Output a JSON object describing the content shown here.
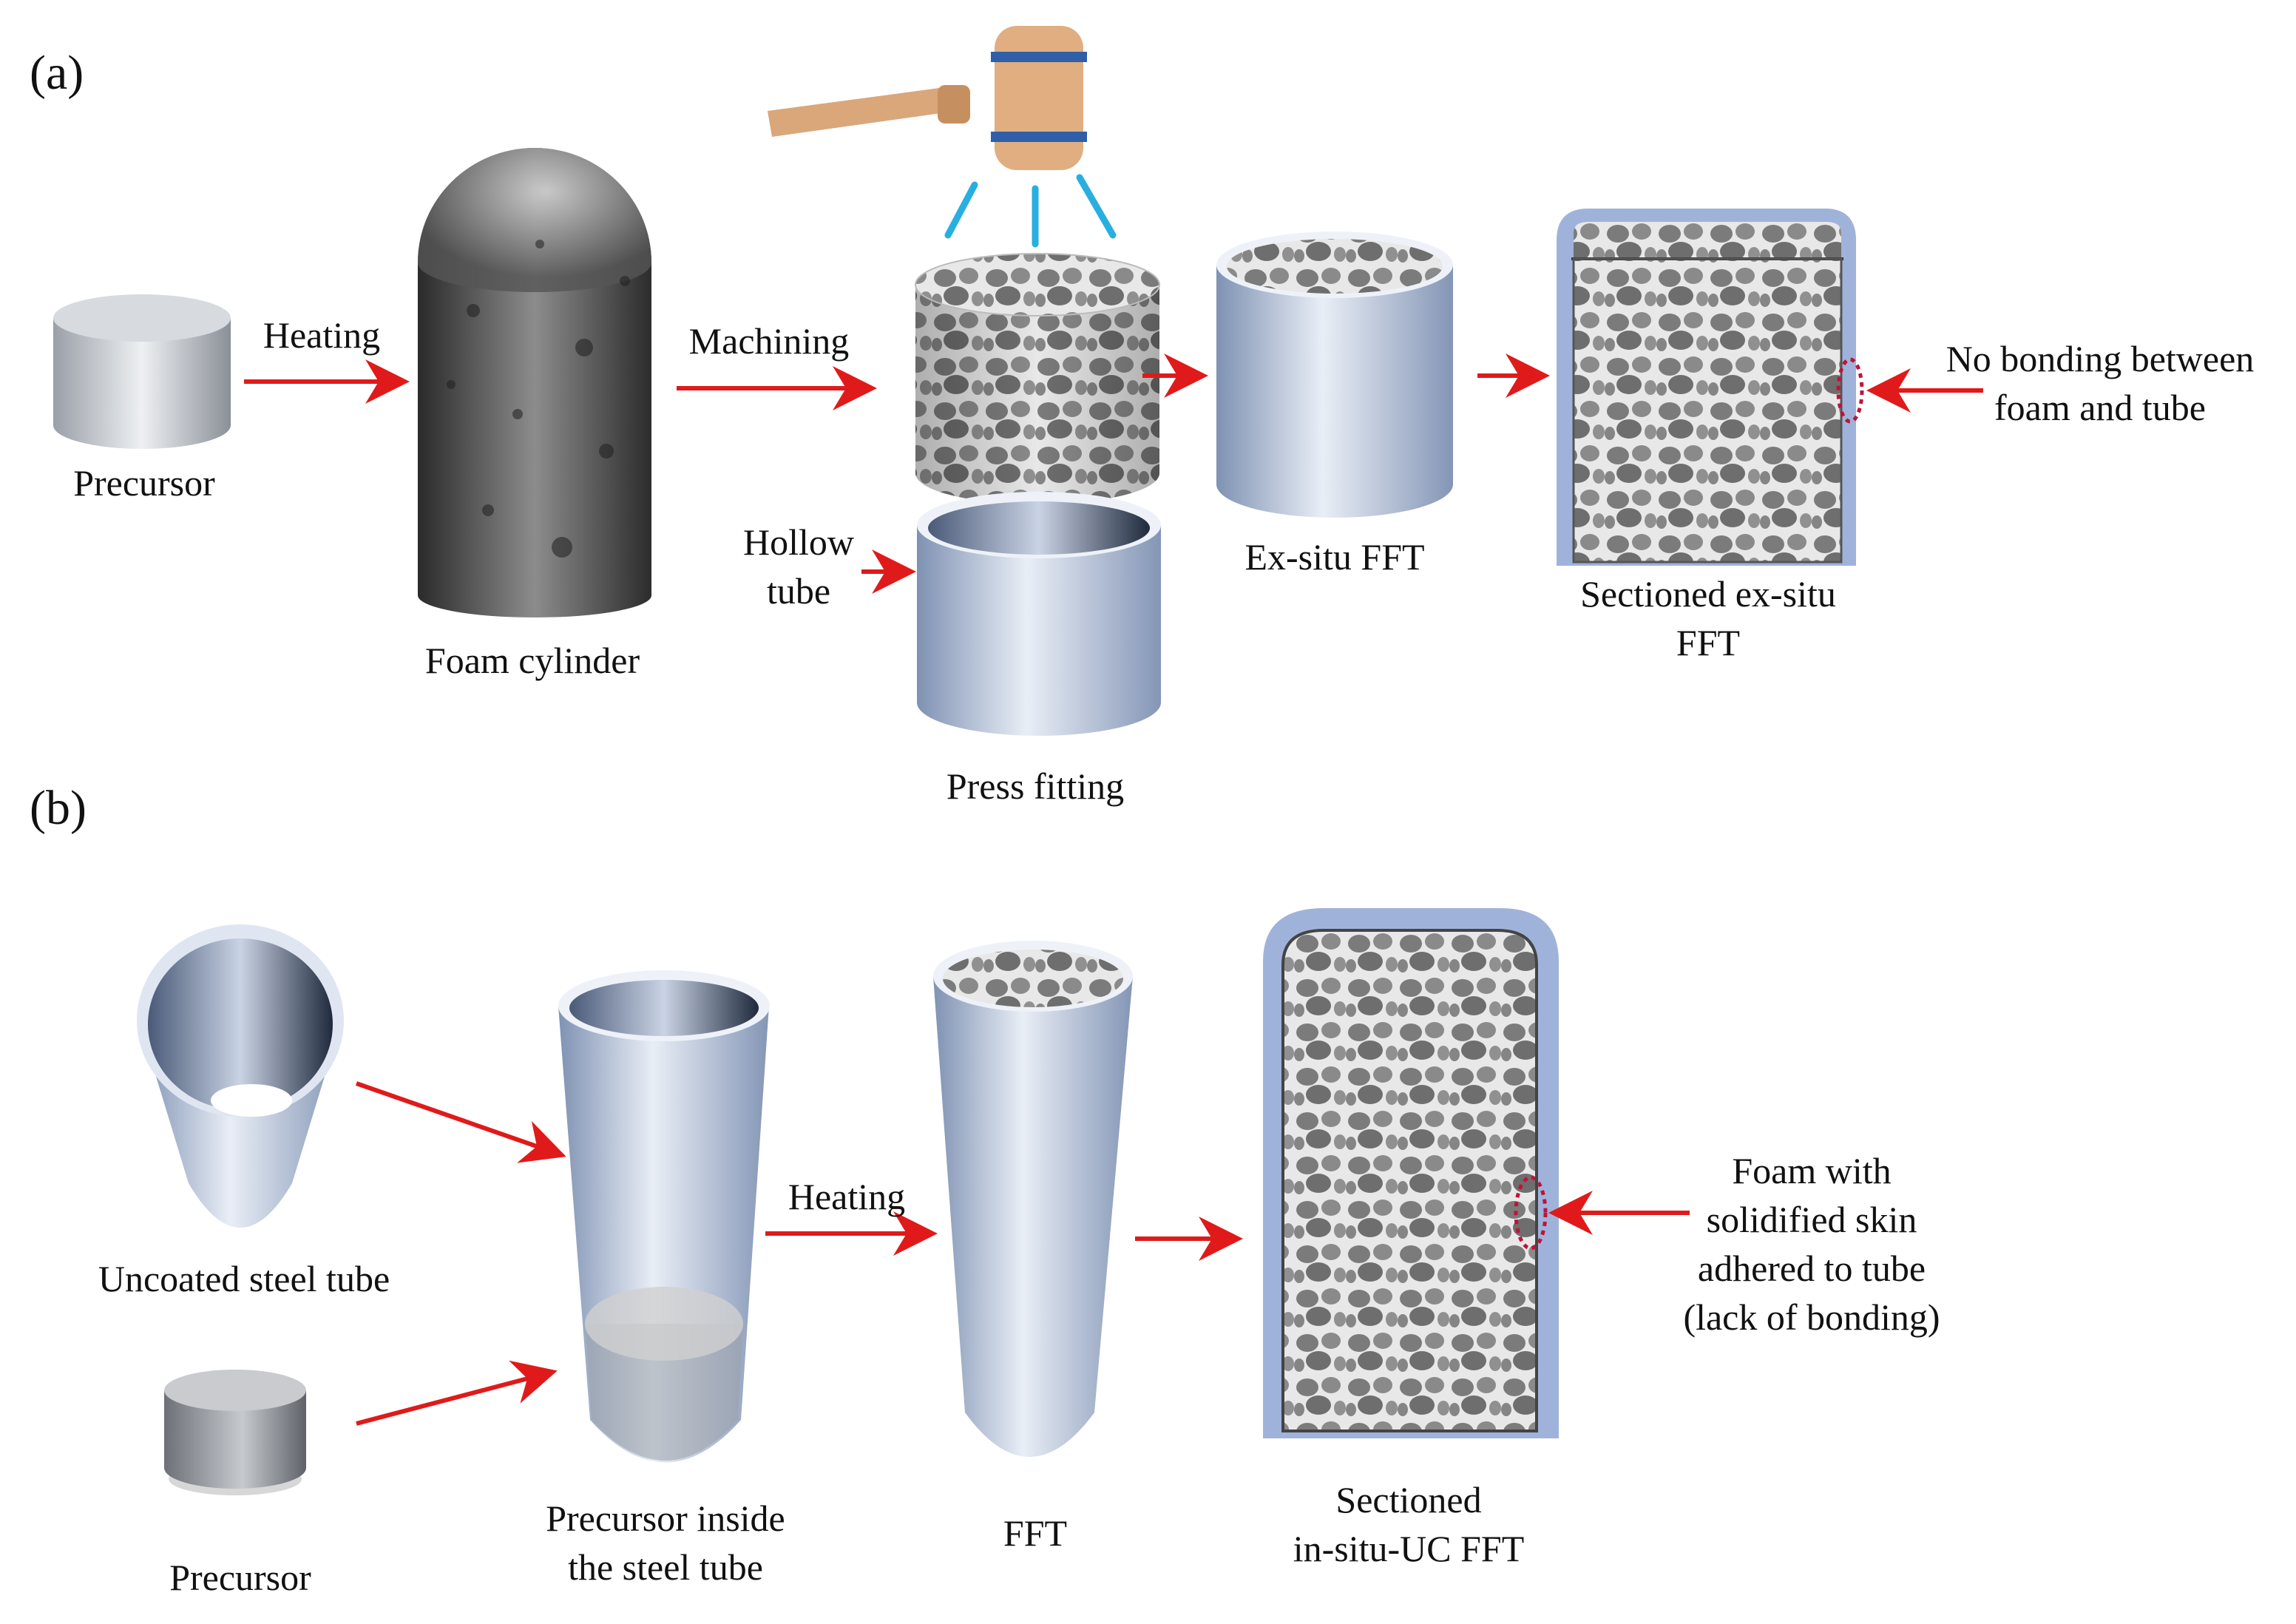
{
  "panel_a": {
    "letter": "(a)",
    "labels": {
      "precursor": "Precursor",
      "heating": "Heating",
      "foam_cylinder": "Foam cylinder",
      "machining": "Machining",
      "hollow_tube": [
        "Hollow",
        "tube"
      ],
      "press_fitting": "Press fitting",
      "ex_situ_fft": "Ex-situ FFT",
      "sectioned": [
        "Sectioned ex-situ",
        "FFT"
      ],
      "no_bonding": [
        "No bonding between",
        "foam and tube"
      ]
    }
  },
  "panel_b": {
    "letter": "(b)",
    "labels": {
      "uncoated_tube": "Uncoated steel tube",
      "precursor": "Precursor",
      "precursor_inside": [
        "Precursor inside",
        "the steel tube"
      ],
      "heating": "Heating",
      "fft": "FFT",
      "sectioned": [
        "Sectioned",
        "in-situ-UC FFT"
      ],
      "foam_skin": [
        "Foam with",
        "solidified skin",
        "adhered to tube",
        "(lack of bonding)"
      ]
    }
  },
  "colors": {
    "arrow": "#e01a1a",
    "tube_blue": "#9fb3da",
    "metal": "#c8ccd2",
    "foam": "#7d7d7d",
    "ellipse_marker": "#c0123a",
    "impact_line": "#29aee0",
    "hammer_wood": "#d9a77a",
    "hammer_band": "#2e5fa8"
  }
}
